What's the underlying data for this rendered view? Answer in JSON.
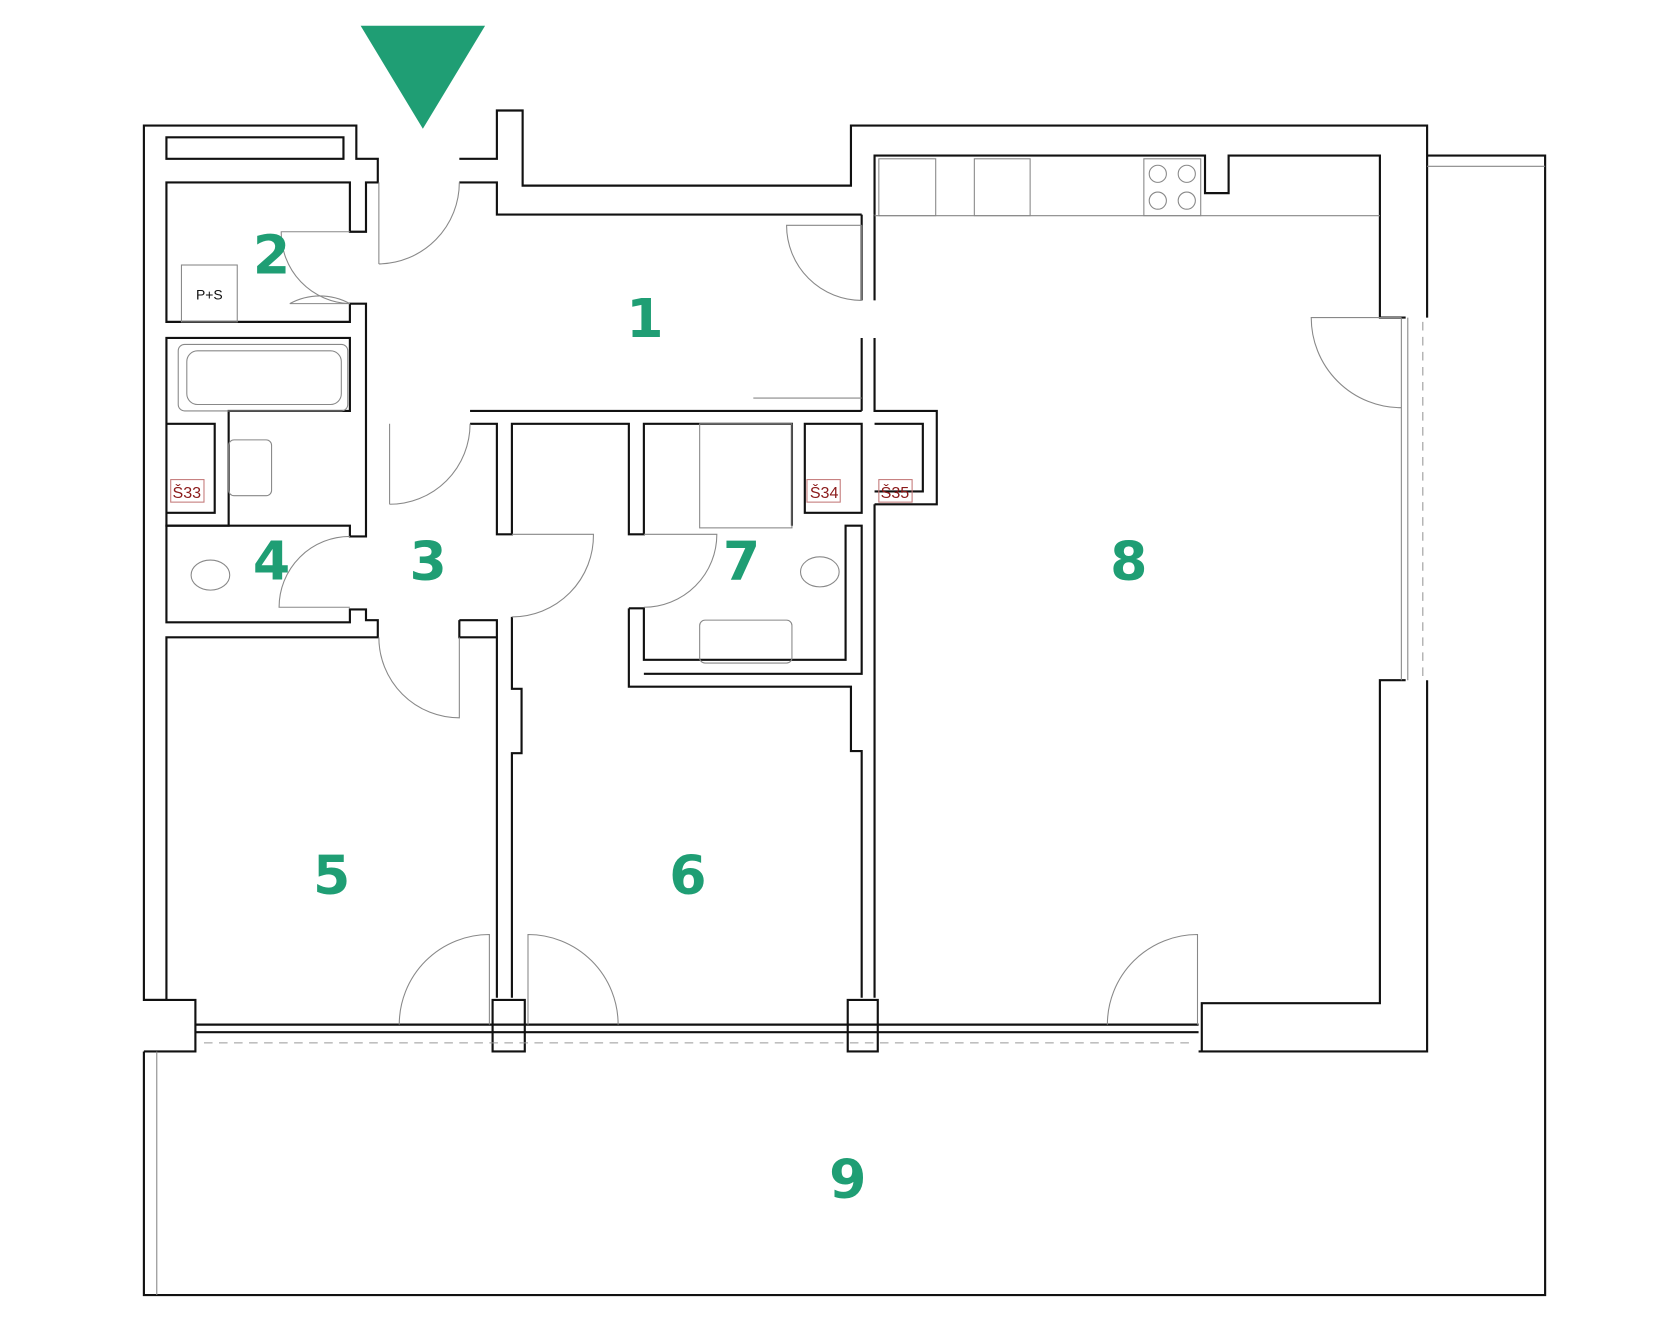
{
  "colors": {
    "accent": "#1f9e74",
    "shaft_label": "#8b1a1a",
    "wall": "#111111"
  },
  "entrance_marker": {
    "icon": "entrance-triangle-icon"
  },
  "rooms": [
    {
      "number": "1"
    },
    {
      "number": "2"
    },
    {
      "number": "3"
    },
    {
      "number": "4"
    },
    {
      "number": "5"
    },
    {
      "number": "6"
    },
    {
      "number": "7"
    },
    {
      "number": "8"
    },
    {
      "number": "9"
    }
  ],
  "labels": {
    "utility": "P+S"
  },
  "shafts": [
    "Š33",
    "Š34",
    "Š35"
  ]
}
